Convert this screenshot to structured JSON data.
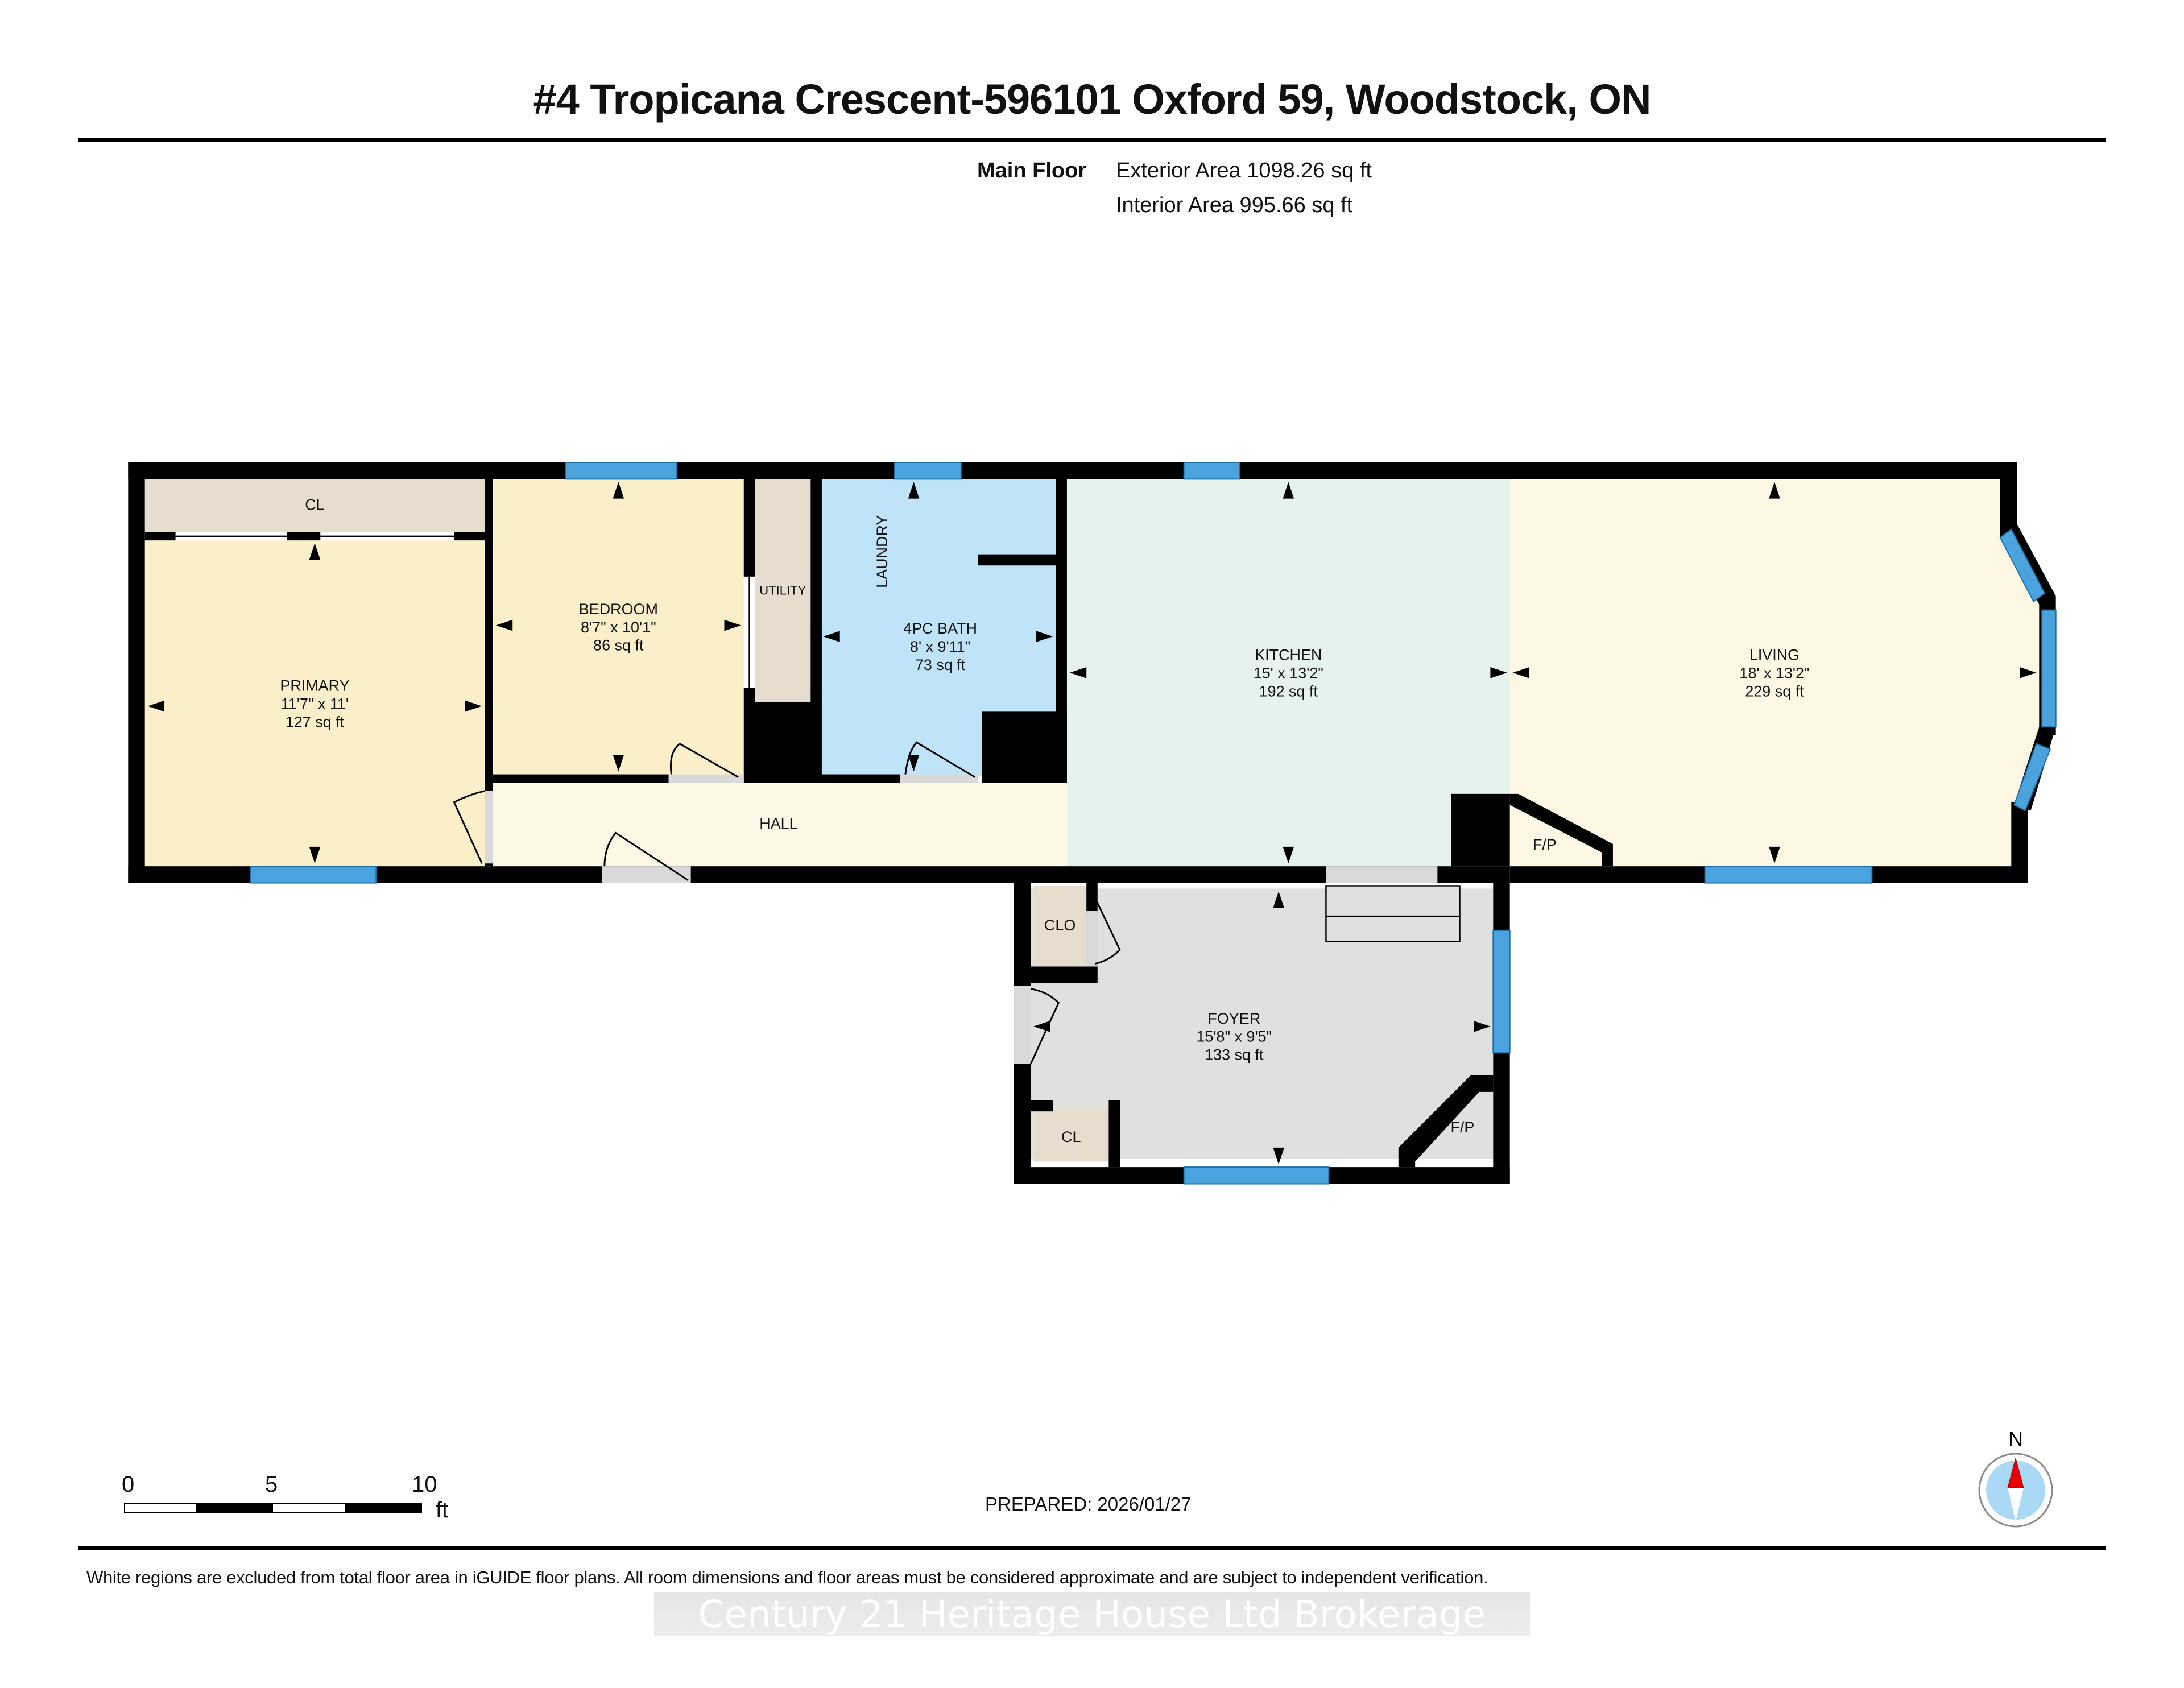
{
  "header": {
    "title": "#4 Tropicana Crescent-596101 Oxford 59, Woodstock, ON"
  },
  "summary": {
    "floor_name": "Main Floor",
    "exterior_area": "Exterior Area 1098.26 sq ft",
    "interior_area": "Interior Area 995.66 sq ft"
  },
  "colors": {
    "wall": "#000000",
    "window": "#4aa3dc",
    "bedroom_fill": "#fbefca",
    "bath_fill": "#bfe3f8",
    "kitchen_fill": "#e6f3ec",
    "living_fill": "#fdf7e3",
    "hall_fill": "#fdf8e6",
    "closet_fill": "#e6ddce",
    "foyer_fill": "#e0e0e0",
    "door_swing": "#d9d9d9",
    "compass_red": "#e60000",
    "compass_blue": "#a9d9f5"
  },
  "rooms": [
    {
      "id": "primary",
      "name": "PRIMARY",
      "dims": "11'7\" x 11'",
      "area": "127 sq ft"
    },
    {
      "id": "bedroom",
      "name": "BEDROOM",
      "dims": "8'7\" x 10'1\"",
      "area": "86 sq ft"
    },
    {
      "id": "bath",
      "name": "4PC BATH",
      "dims": "8' x 9'11\"",
      "area": "73 sq ft"
    },
    {
      "id": "kitchen",
      "name": "KITCHEN",
      "dims": "15' x 13'2\"",
      "area": "192 sq ft"
    },
    {
      "id": "living",
      "name": "LIVING",
      "dims": "18' x 13'2\"",
      "area": "229 sq ft"
    },
    {
      "id": "foyer",
      "name": "FOYER",
      "dims": "15'8\" x 9'5\"",
      "area": "133 sq ft"
    }
  ],
  "labels": {
    "primary_closet": "CL",
    "utility": "UTILITY",
    "laundry": "LAUNDRY",
    "hall": "HALL",
    "living_fireplace": "F/P",
    "foyer_clo": "CLO",
    "foyer_cl": "CL",
    "foyer_fireplace": "F/P"
  },
  "scale_bar": {
    "ticks": [
      "0",
      "5",
      "10"
    ],
    "unit": "ft"
  },
  "prepared": "PREPARED: 2026/01/27",
  "compass": {
    "label": "N"
  },
  "footer": {
    "disclaimer": "White regions are excluded from total floor area in iGUIDE floor plans. All room dimensions and floor areas must be considered approximate and are subject to independent verification.",
    "watermark": "Century 21 Heritage House Ltd Brokerage"
  }
}
